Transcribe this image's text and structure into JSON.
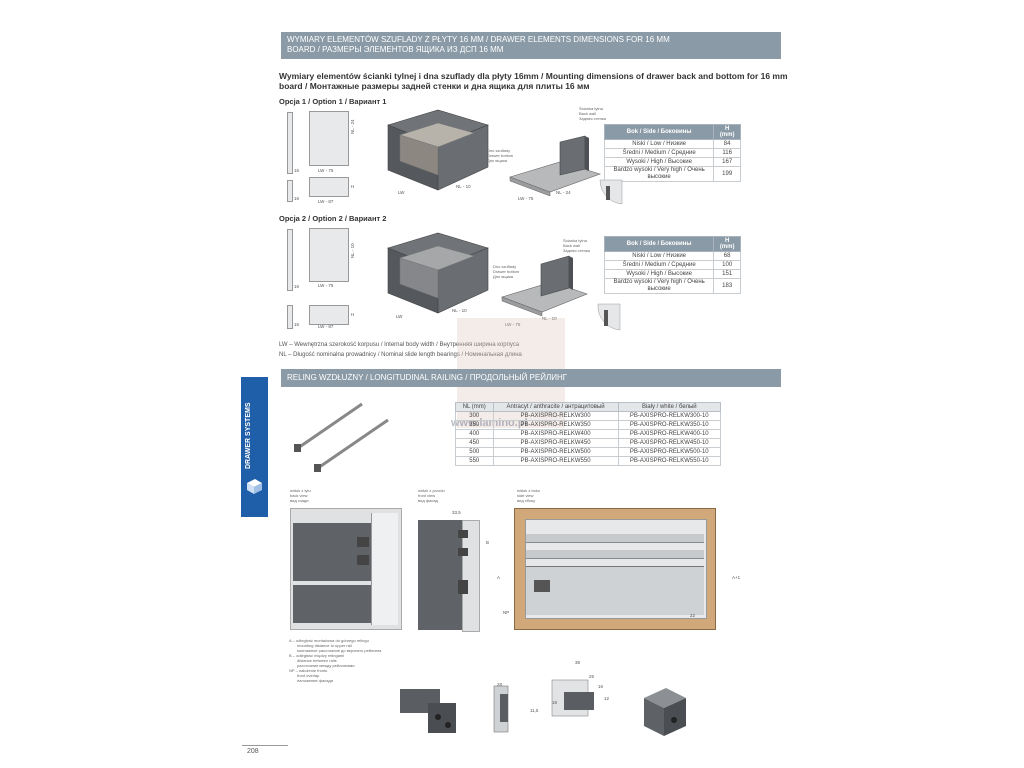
{
  "header": {
    "line1": "WYMIARY ELEMENTÓW SZUFLADY Z PŁYTY 16 MM / DRAWER ELEMENTS DIMENSIONS FOR 16 MM",
    "line2": "BOARD / РАЗМЕРЫ ЭЛЕМЕНТОВ ЯЩИКА ИЗ ДСП 16 ММ"
  },
  "mounting": {
    "title_line1": "Wymiary elementów ścianki tylnej i dna szuflady dla płyty 16mm / Mounting dimensions of drawer back and bottom for 16 mm",
    "title_line2": "board / Монтажные размеры задней стенки и дна ящика для плиты 16 мм"
  },
  "option1": {
    "label": "Opcja 1 / Option 1 / Вариант 1",
    "dims": {
      "t": "16",
      "lw75": "LW - 75",
      "lw87": "LW - 87",
      "nl24": "NL - 24",
      "h": "H",
      "lw": "LW",
      "nl10": "NL - 10",
      "lw75b": "LW - 75",
      "nl24b": "NL - 24"
    },
    "back_wall": [
      "Ścianka tylna",
      "Back wall",
      "Задняя стенка"
    ],
    "bottom": [
      "Dno szuflady",
      "Drawer bottom",
      "Дно ящика"
    ],
    "table": {
      "headers": [
        "Bok / Side / Боковины",
        "H (mm)"
      ],
      "rows": [
        [
          "Niski / Low / Низкие",
          "84"
        ],
        [
          "Średni / Medium / Средние",
          "116"
        ],
        [
          "Wysoki / High / Высокие",
          "167"
        ],
        [
          "Bardzo wysoki / Very high / Очень высокие",
          "199"
        ]
      ]
    }
  },
  "option2": {
    "label": "Opcja 2 / Option 2 / Вариант 2",
    "dims": {
      "t": "16",
      "lw75": "LW - 75",
      "lw87": "LW - 87",
      "nl10": "NL - 10",
      "h": "H",
      "lw": "LW",
      "nl10b": "NL - 10",
      "lw75b": "LW - 75",
      "nl10c": "NL - 10"
    },
    "back_wall": [
      "Ścianka tylna",
      "Back wall",
      "Задняя стенка"
    ],
    "bottom": [
      "Dno szuflady",
      "Drawer bottom",
      "Дно ящика"
    ],
    "table": {
      "headers": [
        "Bok / Side / Боковины",
        "H (mm)"
      ],
      "rows": [
        [
          "Niski / Low / Низкие",
          "68"
        ],
        [
          "Średni / Medium / Средние",
          "100"
        ],
        [
          "Wysoki / High / Высокие",
          "151"
        ],
        [
          "Bardzo wysoki / Very high / Очень высокие",
          "183"
        ]
      ]
    }
  },
  "legend": {
    "lw": "LW – Wewnętrzna szerokość korpusu / Internal body width / Внутренняя ширина корпуса",
    "nl": "NL – Długość nominalna prowadnicy / Nominal slide length bearings / Номинальная длина"
  },
  "railing_banner": "RELING WZDŁUŻNY / LONGITUDINAL RAILING / ПРОДОЛЬНЫЙ РЕЙЛИНГ",
  "railing_table": {
    "headers": [
      "NL (mm)",
      "Antracyt / anthracite / антрацитовый",
      "Biały / white / белый"
    ],
    "rows": [
      [
        "300",
        "PB-AXISPRO-RELKW300",
        "PB-AXISPRO-RELKW300-10"
      ],
      [
        "350",
        "PB-AXISPRO-RELKW350",
        "PB-AXISPRO-RELKW350-10"
      ],
      [
        "400",
        "PB-AXISPRO-RELKW400",
        "PB-AXISPRO-RELKW400-10"
      ],
      [
        "450",
        "PB-AXISPRO-RELKW450",
        "PB-AXISPRO-RELKW450-10"
      ],
      [
        "500",
        "PB-AXISPRO-RELKW500",
        "PB-AXISPRO-RELKW500-10"
      ],
      [
        "550",
        "PB-AXISPRO-RELKW550",
        "PB-AXISPRO-RELKW550-10"
      ]
    ]
  },
  "watermark": "www.lamino.pl",
  "side_tab": "DRAWER SYSTEMS",
  "views": {
    "back": [
      "widok z tyłu",
      "back view",
      "вид сзади"
    ],
    "front": [
      "widok z przodu",
      "front view",
      "вид фасад"
    ],
    "top": [
      "widok z boku",
      "side view",
      "вид сбоку"
    ]
  },
  "view_dims": {
    "d1": "33,5",
    "d2": "B",
    "d3": "A",
    "d4": "NP",
    "d5": "A+1",
    "d6": "22"
  },
  "notes": [
    [
      "A",
      "– odległość montażowa do górnego relingu",
      "mounting distance to upper rail",
      "монтажное расстояние до верхнего рейлинга"
    ],
    [
      "B",
      "– odległość między relingami",
      "distance between rails",
      "расстояние между рейлингами"
    ],
    [
      "NP",
      "– nałożenie frontu",
      "front overlap",
      "наложение фасада"
    ]
  ],
  "bottom_dims": {
    "w38": "38",
    "w25": "25",
    "w16": "16",
    "w12": "12",
    "h28": "28",
    "h11": "11,5",
    "h18": "18"
  },
  "page_number": "208",
  "colors": {
    "banner": "#8a9aa6",
    "side_tab": "#1f5ea8",
    "panel": "#5f6368"
  }
}
